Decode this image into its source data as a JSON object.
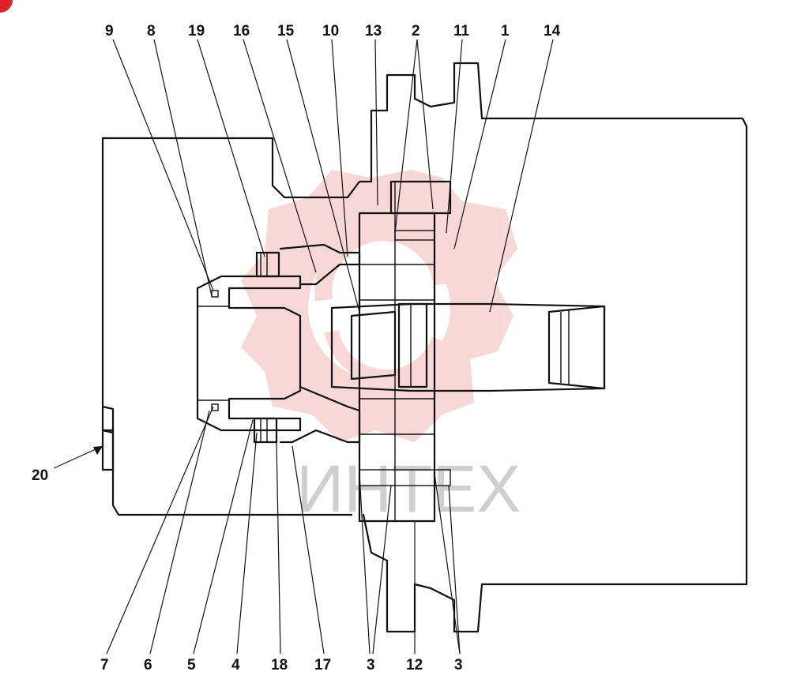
{
  "watermark": {
    "text": "ИНТЕХ",
    "logo_color": "#f6c3c3",
    "text_color": "#cfcfcf"
  },
  "corner_badge_color": "#e0202a",
  "callouts": {
    "top": [
      "9",
      "8",
      "19",
      "16",
      "15",
      "10",
      "13",
      "2",
      "11",
      "1",
      "14"
    ],
    "bottom": [
      "7",
      "6",
      "5",
      "4",
      "18",
      "17",
      "3",
      "12",
      "3"
    ],
    "left": [
      "20"
    ]
  }
}
